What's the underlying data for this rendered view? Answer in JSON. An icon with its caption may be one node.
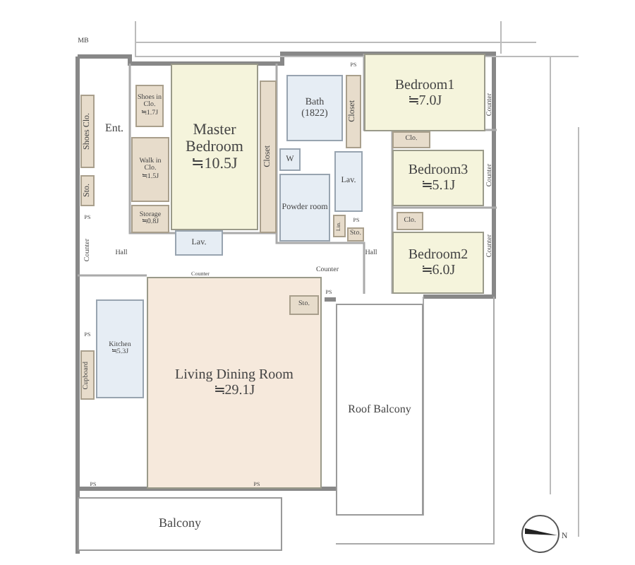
{
  "diagram": {
    "nodes": [
      {
        "text": [
          "Master Bedroom",
          "≒10.5J"
        ]
      },
      {
        "text": [
          "Shoes in Clo.",
          "≒1.7J"
        ]
      },
      {
        "text": [
          "Walk in Clo.",
          "≒1.5J"
        ]
      },
      {
        "text": [
          "Storage",
          "≒0.8J"
        ]
      },
      {
        "text": [
          "Shoes Clo."
        ]
      },
      {
        "text": [
          "Sto."
        ]
      },
      {
        "text": [
          "Closet"
        ]
      },
      {
        "text": [
          "Bath",
          "(1822)"
        ]
      },
      {
        "text": [
          "W"
        ]
      },
      {
        "text": [
          "Powder room"
        ]
      },
      {
        "text": [
          "Lav."
        ]
      },
      {
        "text": [
          "Lin."
        ]
      },
      {
        "text": [
          "Sto."
        ]
      },
      {
        "text": [
          "Closet"
        ]
      },
      {
        "text": [
          "Bedroom1",
          "≒7.0J"
        ]
      },
      {
        "text": [
          "Clo."
        ]
      },
      {
        "text": [
          "Bedroom3",
          "≒5.1J"
        ]
      },
      {
        "text": [
          "Clo."
        ]
      },
      {
        "text": [
          "Bedroom2",
          "≒6.0J"
        ]
      },
      {
        "text": [
          "Lav."
        ]
      },
      {
        "text": [
          "Sto."
        ],
        "in": 23
      },
      {
        "text": [
          "Kitchen",
          "≒5.3J"
        ]
      },
      {
        "text": [
          "Cupboard"
        ]
      },
      {
        "text": [
          "Living Dining Room",
          "≒29.1J"
        ]
      },
      {
        "text": [
          "Roof Balcony"
        ]
      },
      {
        "text": [
          "Balcony"
        ]
      }
    ],
    "labels": [
      "MB",
      "PS",
      "Ent.",
      "PS",
      "Counter",
      "Counter",
      "Hall",
      "Counter",
      "PS",
      "Hall",
      "Counter",
      "PS",
      "Counter",
      "Counter",
      "PS",
      "PS",
      "PS",
      "N"
    ]
  }
}
